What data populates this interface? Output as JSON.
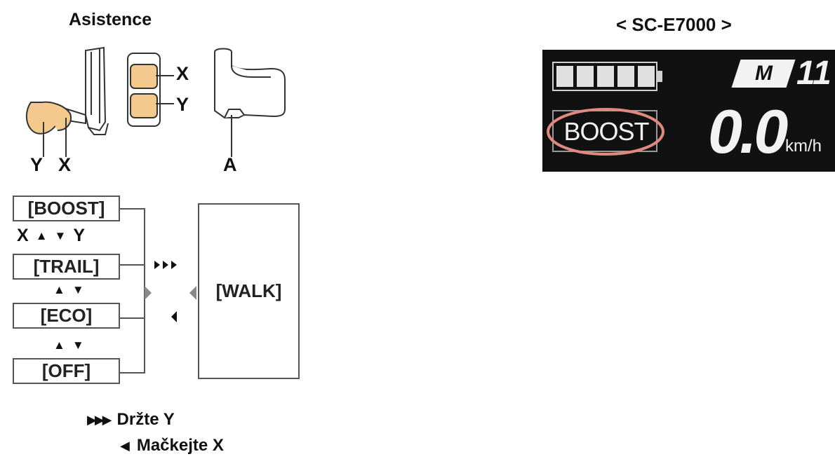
{
  "left": {
    "title": "Asistence",
    "switch_labels": {
      "x": "X",
      "y": "Y",
      "a": "A"
    },
    "modes": [
      "[BOOST]",
      "[TRAIL]",
      "[ECO]",
      "[OFF]"
    ],
    "step_label": {
      "x": "X",
      "y": "Y"
    },
    "walk": "[WALK]",
    "legend": {
      "hold": "Držte Y",
      "press": "Mačkejte X"
    }
  },
  "right": {
    "title": "< SC-E7000 >",
    "display": {
      "mode": "BOOST",
      "badge": "M",
      "gear": "11",
      "speed": "0.0",
      "unit": "km/h",
      "battery_segments": 5
    },
    "colors": {
      "lcd_bg": "#111111",
      "highlight": "#e0897f",
      "finger": "#f3c98e"
    }
  }
}
